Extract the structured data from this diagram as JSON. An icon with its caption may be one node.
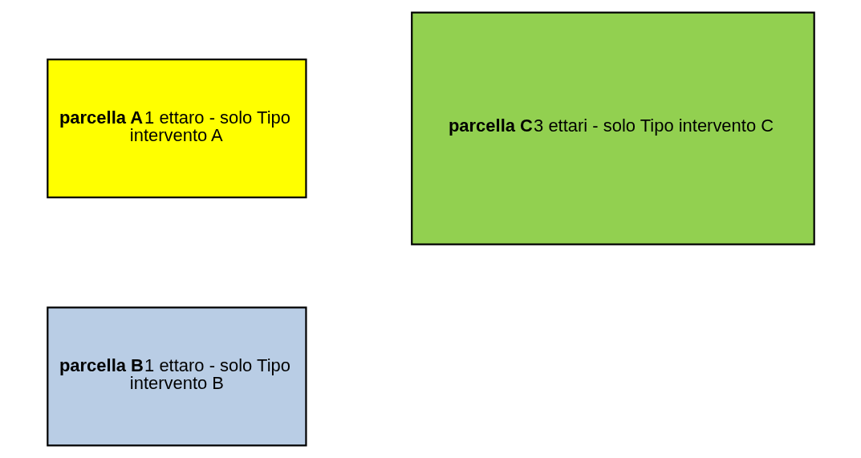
{
  "diagram": {
    "nodes": [
      {
        "text": [
          "parcella A",
          "1 ettaro - solo Tipo intervento A"
        ]
      },
      {
        "text": [
          "parcella C",
          "3 ettari - solo Tipo intervento C"
        ]
      },
      {
        "text": [
          "parcella B",
          "1 ettaro - solo Tipo intervento B"
        ]
      }
    ]
  }
}
